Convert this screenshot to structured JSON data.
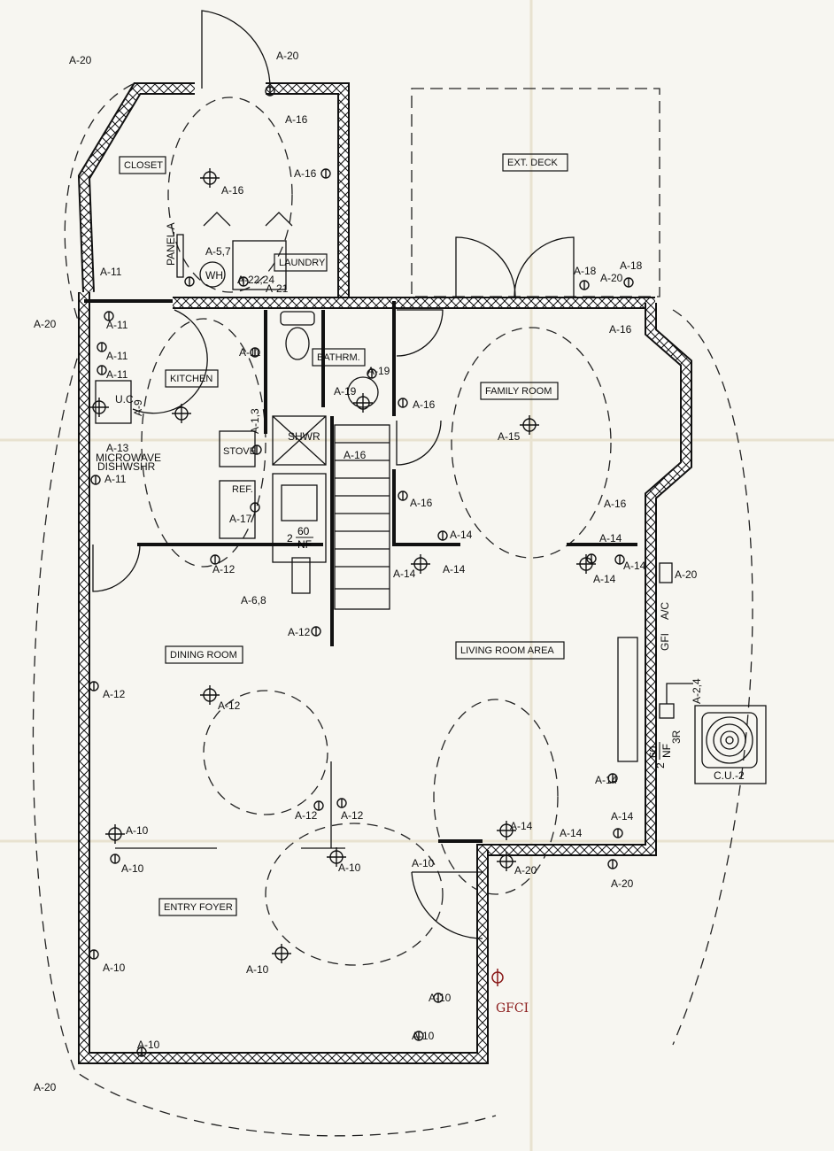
{
  "plan": {
    "rooms": [
      "CLOSET",
      "LAUNDRY",
      "KITCHEN",
      "BATHRM.",
      "FAMILY ROOM",
      "EXT. DECK",
      "DINING ROOM",
      "LIVING ROOM AREA",
      "ENTRY FOYER",
      "STOVE",
      "REF."
    ],
    "equipment": [
      "WH",
      "C.U.-2",
      "PANEL A",
      "U.C.",
      "MICROWAVE",
      "DISHWSHR",
      "SHWR"
    ],
    "circuits": [
      "A-20",
      "A-20",
      "A-16",
      "A-16",
      "A-16",
      "A-5,7",
      "A-22,24",
      "A-21",
      "A-11",
      "A-20",
      "A-11",
      "A-11",
      "A-11",
      "A-9",
      "A-13",
      "A-11",
      "A-11",
      "A-1,3",
      "A-17",
      "A-19",
      "A-19",
      "A-16",
      "A-16",
      "A-16",
      "A-18",
      "A-18",
      "A-20",
      "A-16",
      "A-16",
      "A-14",
      "A-14",
      "A-14",
      "A-14",
      "A-14",
      "A-14",
      "A-20",
      "A/C",
      "GFI",
      "A-2,4",
      "3R",
      "A-12",
      "A-6,8",
      "A-12",
      "A-12",
      "A-12",
      "A-12",
      "A-12",
      "A-10",
      "A-10",
      "A-10",
      "A-10",
      "A-10",
      "A-10",
      "A-10",
      "A-10",
      "A-10",
      "A-20",
      "A-14",
      "A-14",
      "A-14",
      "A-14",
      "A-20",
      "A-20",
      "A-15"
    ],
    "panel_note": {
      "top": "2",
      "amps": "60",
      "bottom": "NF"
    },
    "panel_note_2": {
      "top": "2",
      "amps": "60",
      "bottom": "NF"
    },
    "handwritten_note": "GFCI",
    "colors": {
      "ink": "#111111",
      "paper": "#f7f6f1",
      "handwriting": "#8a1a1a"
    }
  }
}
